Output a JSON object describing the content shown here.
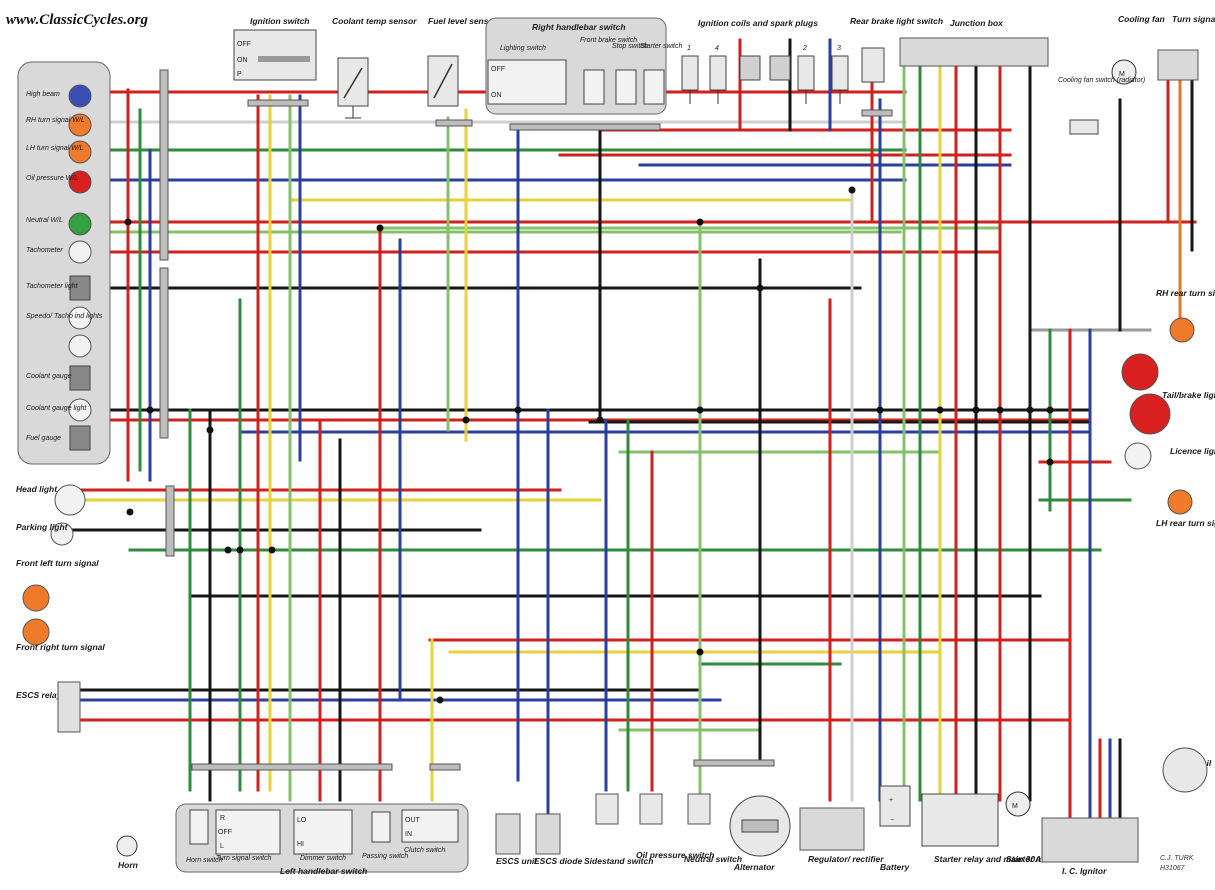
{
  "watermark": "www.ClassicCycles.org",
  "credit": {
    "author": "C.J. TURK",
    "code": "H31067"
  },
  "switch_states": {
    "ignition": [
      "OFF",
      "ON",
      "P"
    ],
    "lighting": [
      "OFF",
      "ON"
    ],
    "turn": [
      "R",
      "OFF",
      "L"
    ],
    "dimmer": [
      "LO",
      "HI"
    ],
    "clutch": [
      "OUT",
      "IN"
    ]
  },
  "coil_numbers": [
    "1",
    "4",
    "2",
    "3"
  ],
  "top_labels": {
    "ignition_switch": "Ignition switch",
    "coolant_temp_sensor": "Coolant temp sensor",
    "fuel_level_sensor": "Fuel level sensor",
    "right_handlebar_switch": "Right handlebar switch",
    "lighting_switch": "Lighting switch",
    "front_brake_switch": "Front brake switch",
    "stop_switch": "Stop switch",
    "starter_switch": "Starter switch",
    "ignition_coils": "Ignition coils and spark plugs",
    "rear_brake_light_switch": "Rear brake light switch",
    "junction_box": "Junction box",
    "cooling_fan": "Cooling fan",
    "turn_signal_relay": "Turn signal relay",
    "cooling_fan_switch": "Cooling fan switch (radiator)"
  },
  "instrument_labels": [
    "High beam",
    "RH turn signal W/L",
    "LH turn signal W/L",
    "Oil pressure W/L",
    "Neutral W/L",
    "Tachometer",
    "Tachometer light",
    "Speedo/ Tacho ind lights",
    "Coolant gauge",
    "Coolant gauge light",
    "Fuel gauge"
  ],
  "left_labels": [
    "Head light",
    "Parking light",
    "Front left turn signal",
    "Front right turn signal",
    "ESCS relay"
  ],
  "right_labels": [
    "RH rear turn signal",
    "Tail/brake lights",
    "Licence light",
    "LH rear turn signal",
    "Pick up coil"
  ],
  "bottom_labels": {
    "horn": "Horn",
    "horn_switch": "Horn switch",
    "turn_signal_switch": "Turn signal switch",
    "dimmer_switch": "Dimmer switch",
    "passing_switch": "Passing switch",
    "clutch_switch": "Clutch switch",
    "left_handlebar_switch": "Left handlebar switch",
    "escs_unit": "ESCS unit",
    "escs_diode": "ESCS diode",
    "sidestand_switch": "Sidestand switch",
    "oil_pressure_switch": "Oil pressure switch",
    "neutral_switch": "Neutral switch",
    "alternator": "Alternator",
    "regulator_rectifier": "Regulator/ rectifier",
    "battery": "Battery",
    "starter_relay": "Starter relay and main 30A fuse",
    "starter_motor": "Starter motor",
    "ic_ignitor": "I. C. Ignitor"
  },
  "wire_colors": {
    "red": "#d0221c",
    "black": "#161616",
    "green": "#2f8a3c",
    "yellow": "#e6d23a",
    "blue": "#2a3f9e",
    "brown": "#7a3b1a",
    "orange": "#e2772a",
    "white": "#cfcfcf",
    "light_green": "#86c06a",
    "purple": "#7a3e8e",
    "gray": "#9a9a9a"
  },
  "lamp_colors": {
    "blue": "#3a4fb5",
    "orange": "#ee7a2a",
    "red": "#d82020",
    "green": "#35a040",
    "white": "#f2f2f2"
  }
}
